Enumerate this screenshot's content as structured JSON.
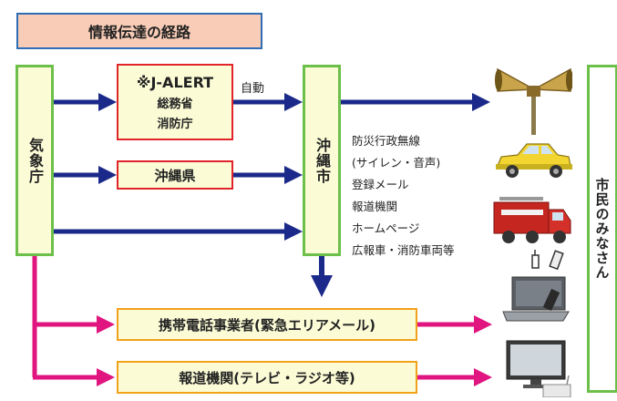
{
  "title": "情報伝達の経路",
  "nodes": {
    "jma": "気象庁",
    "jalert": {
      "line1": "※J-ALERT",
      "line2": "総務省",
      "line3": "消防庁"
    },
    "prefecture": "沖縄県",
    "city": "沖縄市",
    "carriers": "携帯電話事業者(緊急エリアメール)",
    "media": "報道機関(テレビ・ラジオ等)",
    "citizens": "市民のみなさん"
  },
  "edge_labels": {
    "auto": "自動"
  },
  "channels": [
    "防災行政無線",
    "(サイレン・音声)",
    "登録メール",
    "報道機関",
    "ホームページ",
    "広報車・消防車両等"
  ],
  "icons": [
    "loudspeaker-icon",
    "car-icon",
    "fire-truck-icon",
    "mobile-phone-icon",
    "laptop-icon",
    "television-icon"
  ],
  "colors": {
    "navy_arrow": "#1b2a8a",
    "magenta_arrow": "#e0157f",
    "green_border": "#6cc04a",
    "red_border": "#e0242a",
    "orange_border": "#f2a11a",
    "title_fill": "#f8ccb6"
  }
}
